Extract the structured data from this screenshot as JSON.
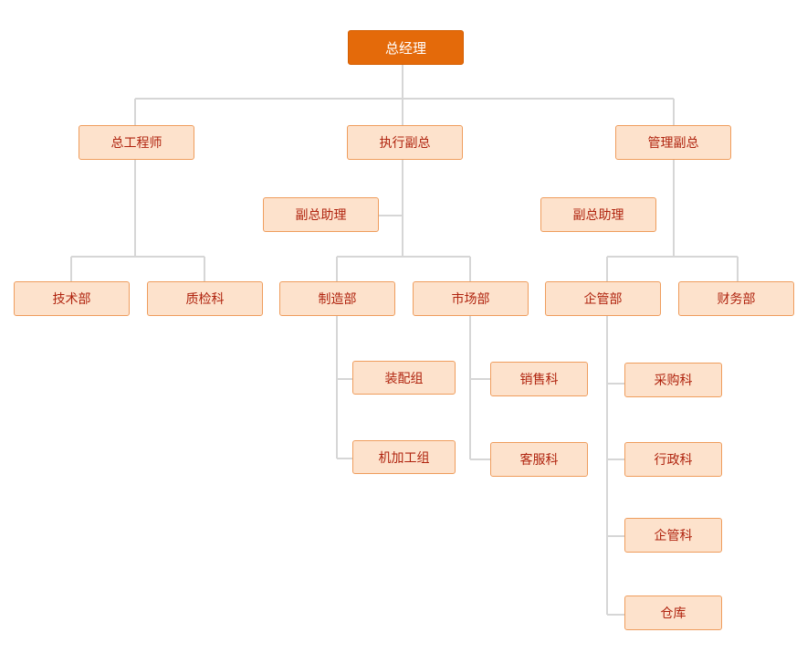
{
  "org": {
    "ceo": "总经理",
    "chief_engineer": "总工程师",
    "exec_vp": "执行副总",
    "admin_vp": "管理副总",
    "assistant_exec": "副总助理",
    "assistant_admin": "副总助理",
    "tech_dept": "技术部",
    "qc_section": "质检科",
    "manufacturing_dept": "制造部",
    "marketing_dept": "市场部",
    "enterprise_mgmt_dept": "企管部",
    "finance_dept": "财务部",
    "assembly_group": "装配组",
    "machining_group": "机加工组",
    "sales_section": "销售科",
    "customer_service_section": "客服科",
    "purchasing_section": "采购科",
    "administration_section": "行政科",
    "enterprise_mgmt_section": "企管科",
    "warehouse": "仓库"
  },
  "colors": {
    "top_fill": "#e46a0a",
    "node_fill": "#fde2cc",
    "node_border": "#ef9d5d",
    "node_text": "#b0240f",
    "connector": "#d6d6d6"
  }
}
